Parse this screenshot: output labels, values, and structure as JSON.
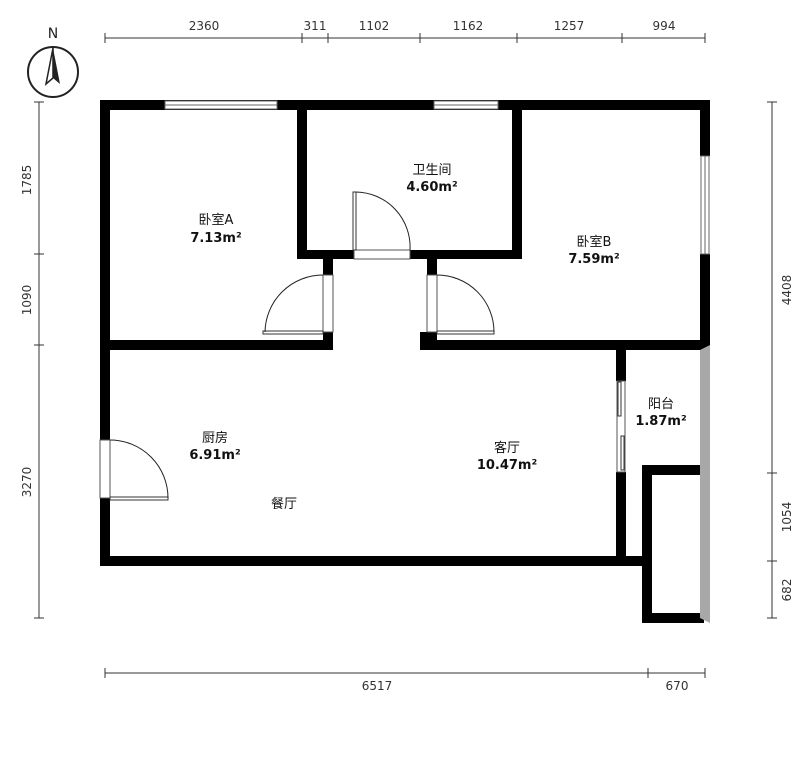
{
  "compass": {
    "north_label": "N"
  },
  "dimensions": {
    "top": [
      "2360",
      "311",
      "1102",
      "1162",
      "1257",
      "994"
    ],
    "bottom": [
      "6517",
      "670"
    ],
    "left": [
      "1785",
      "1090",
      "3270"
    ],
    "right": [
      "4408",
      "1054",
      "682"
    ]
  },
  "rooms": {
    "bedroom_a": {
      "name": "卧室A",
      "area": "7.13m²"
    },
    "bathroom": {
      "name": "卫生间",
      "area": "4.60m²"
    },
    "bedroom_b": {
      "name": "卧室B",
      "area": "7.59m²"
    },
    "balcony": {
      "name": "阳台",
      "area": "1.87m²"
    },
    "kitchen": {
      "name": "厨房",
      "area": "6.91m²"
    },
    "living_room": {
      "name": "客厅",
      "area": "10.47m²"
    },
    "dining_room": {
      "name": "餐厅"
    }
  },
  "colors": {
    "wall": "#000000",
    "window": "#9a9a9a",
    "balcony_rail": "#a8a8a8",
    "dimension_line": "#333333"
  }
}
